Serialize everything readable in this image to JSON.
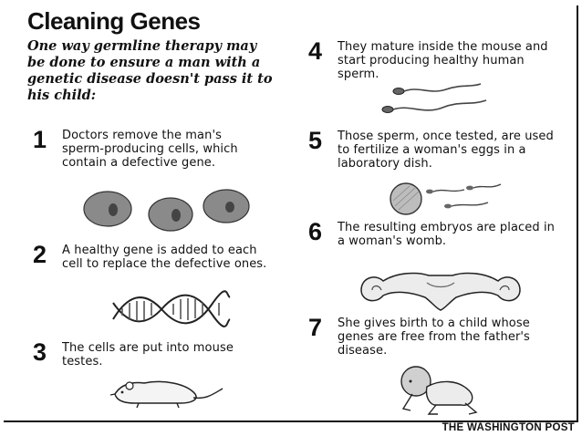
{
  "title": "Cleaning Genes",
  "intro": "One way germline therapy may be done to ensure a man with a genetic disease doesn't pass it to his child:",
  "steps": [
    {
      "number": "1",
      "text": "Doctors remove the man's sperm-producing cells, which contain a defective gene."
    },
    {
      "number": "2",
      "text": "A healthy gene is added to each cell to replace the defective ones."
    },
    {
      "number": "3",
      "text": "The cells are put into mouse testes."
    },
    {
      "number": "4",
      "text": "They mature inside the mouse and start producing healthy human sperm."
    },
    {
      "number": "5",
      "text": "Those sperm, once tested, are used to fertilize a woman's eggs in a laboratory dish."
    },
    {
      "number": "6",
      "text": "The resulting embryos are placed in a woman's womb."
    },
    {
      "number": "7",
      "text": "She gives birth to a child whose genes are free from the father's disease."
    }
  ],
  "credit": "THE WASHINGTON POST"
}
